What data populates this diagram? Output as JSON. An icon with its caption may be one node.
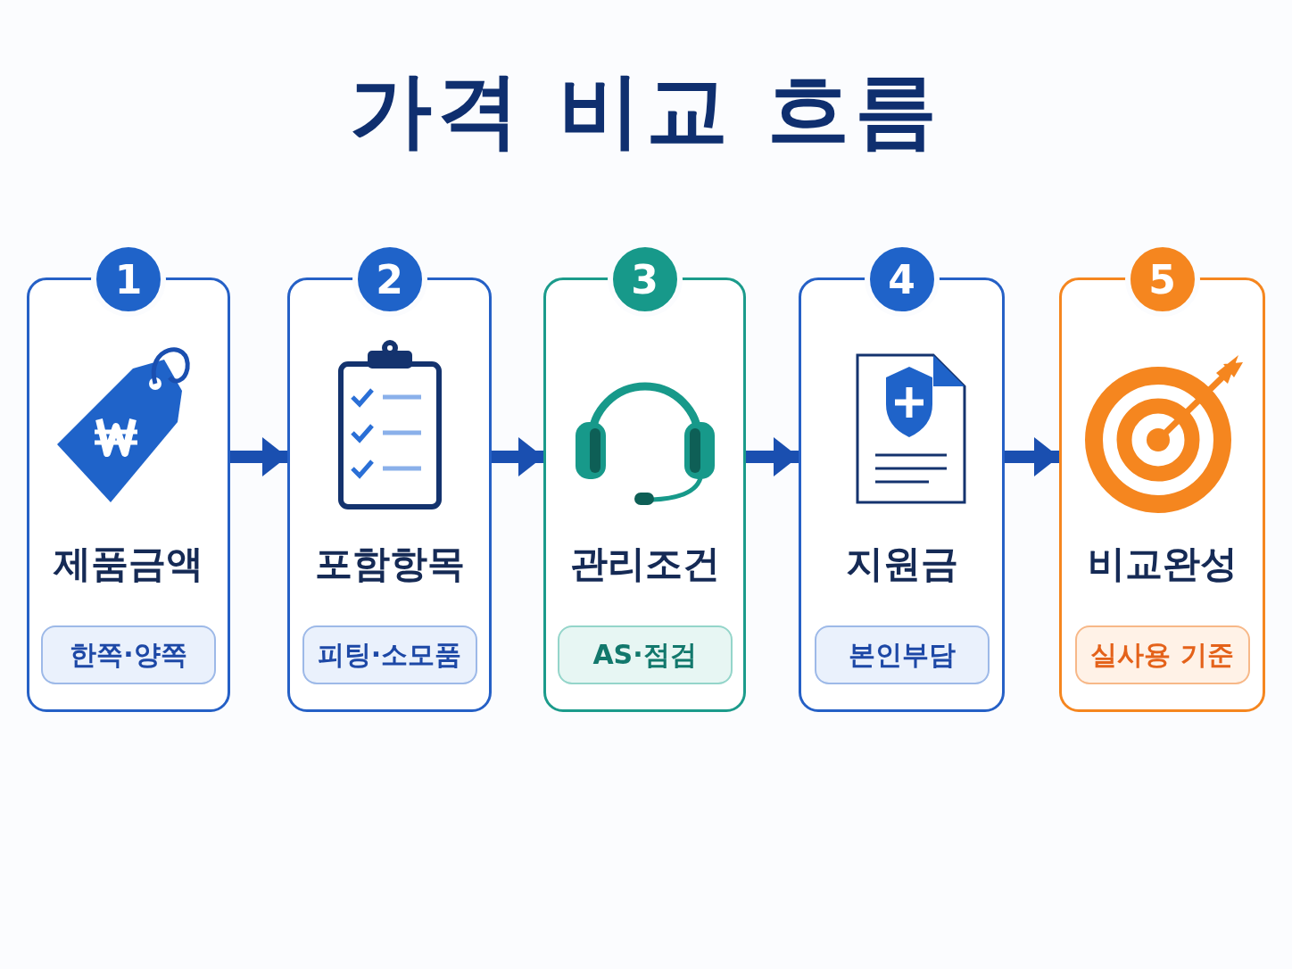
{
  "diagram": {
    "title": "가격 비교 흐름",
    "nodes": [
      {
        "text": [
          "1"
        ]
      },
      {
        "text": [
          "제품금액"
        ]
      },
      {
        "text": [
          "한쪽·양쪽"
        ],
        "in": 1
      },
      {
        "text": [
          "2"
        ]
      },
      {
        "text": [
          "포함항목"
        ]
      },
      {
        "text": [
          "피팅·소모품"
        ],
        "in": 4
      },
      {
        "text": [
          "3"
        ]
      },
      {
        "text": [
          "관리조건"
        ]
      },
      {
        "text": [
          "AS·점검"
        ],
        "in": 7
      },
      {
        "text": [
          "4"
        ]
      },
      {
        "text": [
          "지원금"
        ]
      },
      {
        "text": [
          "본인부담"
        ],
        "in": 10
      },
      {
        "text": [
          "5"
        ]
      },
      {
        "text": [
          "비교완성"
        ]
      },
      {
        "text": [
          "실사용 기준"
        ],
        "in": 13
      }
    ],
    "edges": [
      {
        "from": 1,
        "to": 4,
        "arrow": "to"
      },
      {
        "from": 4,
        "to": 7,
        "arrow": "to"
      },
      {
        "from": 7,
        "to": 10,
        "arrow": "to"
      },
      {
        "from": 10,
        "to": 13,
        "arrow": "to"
      }
    ]
  }
}
